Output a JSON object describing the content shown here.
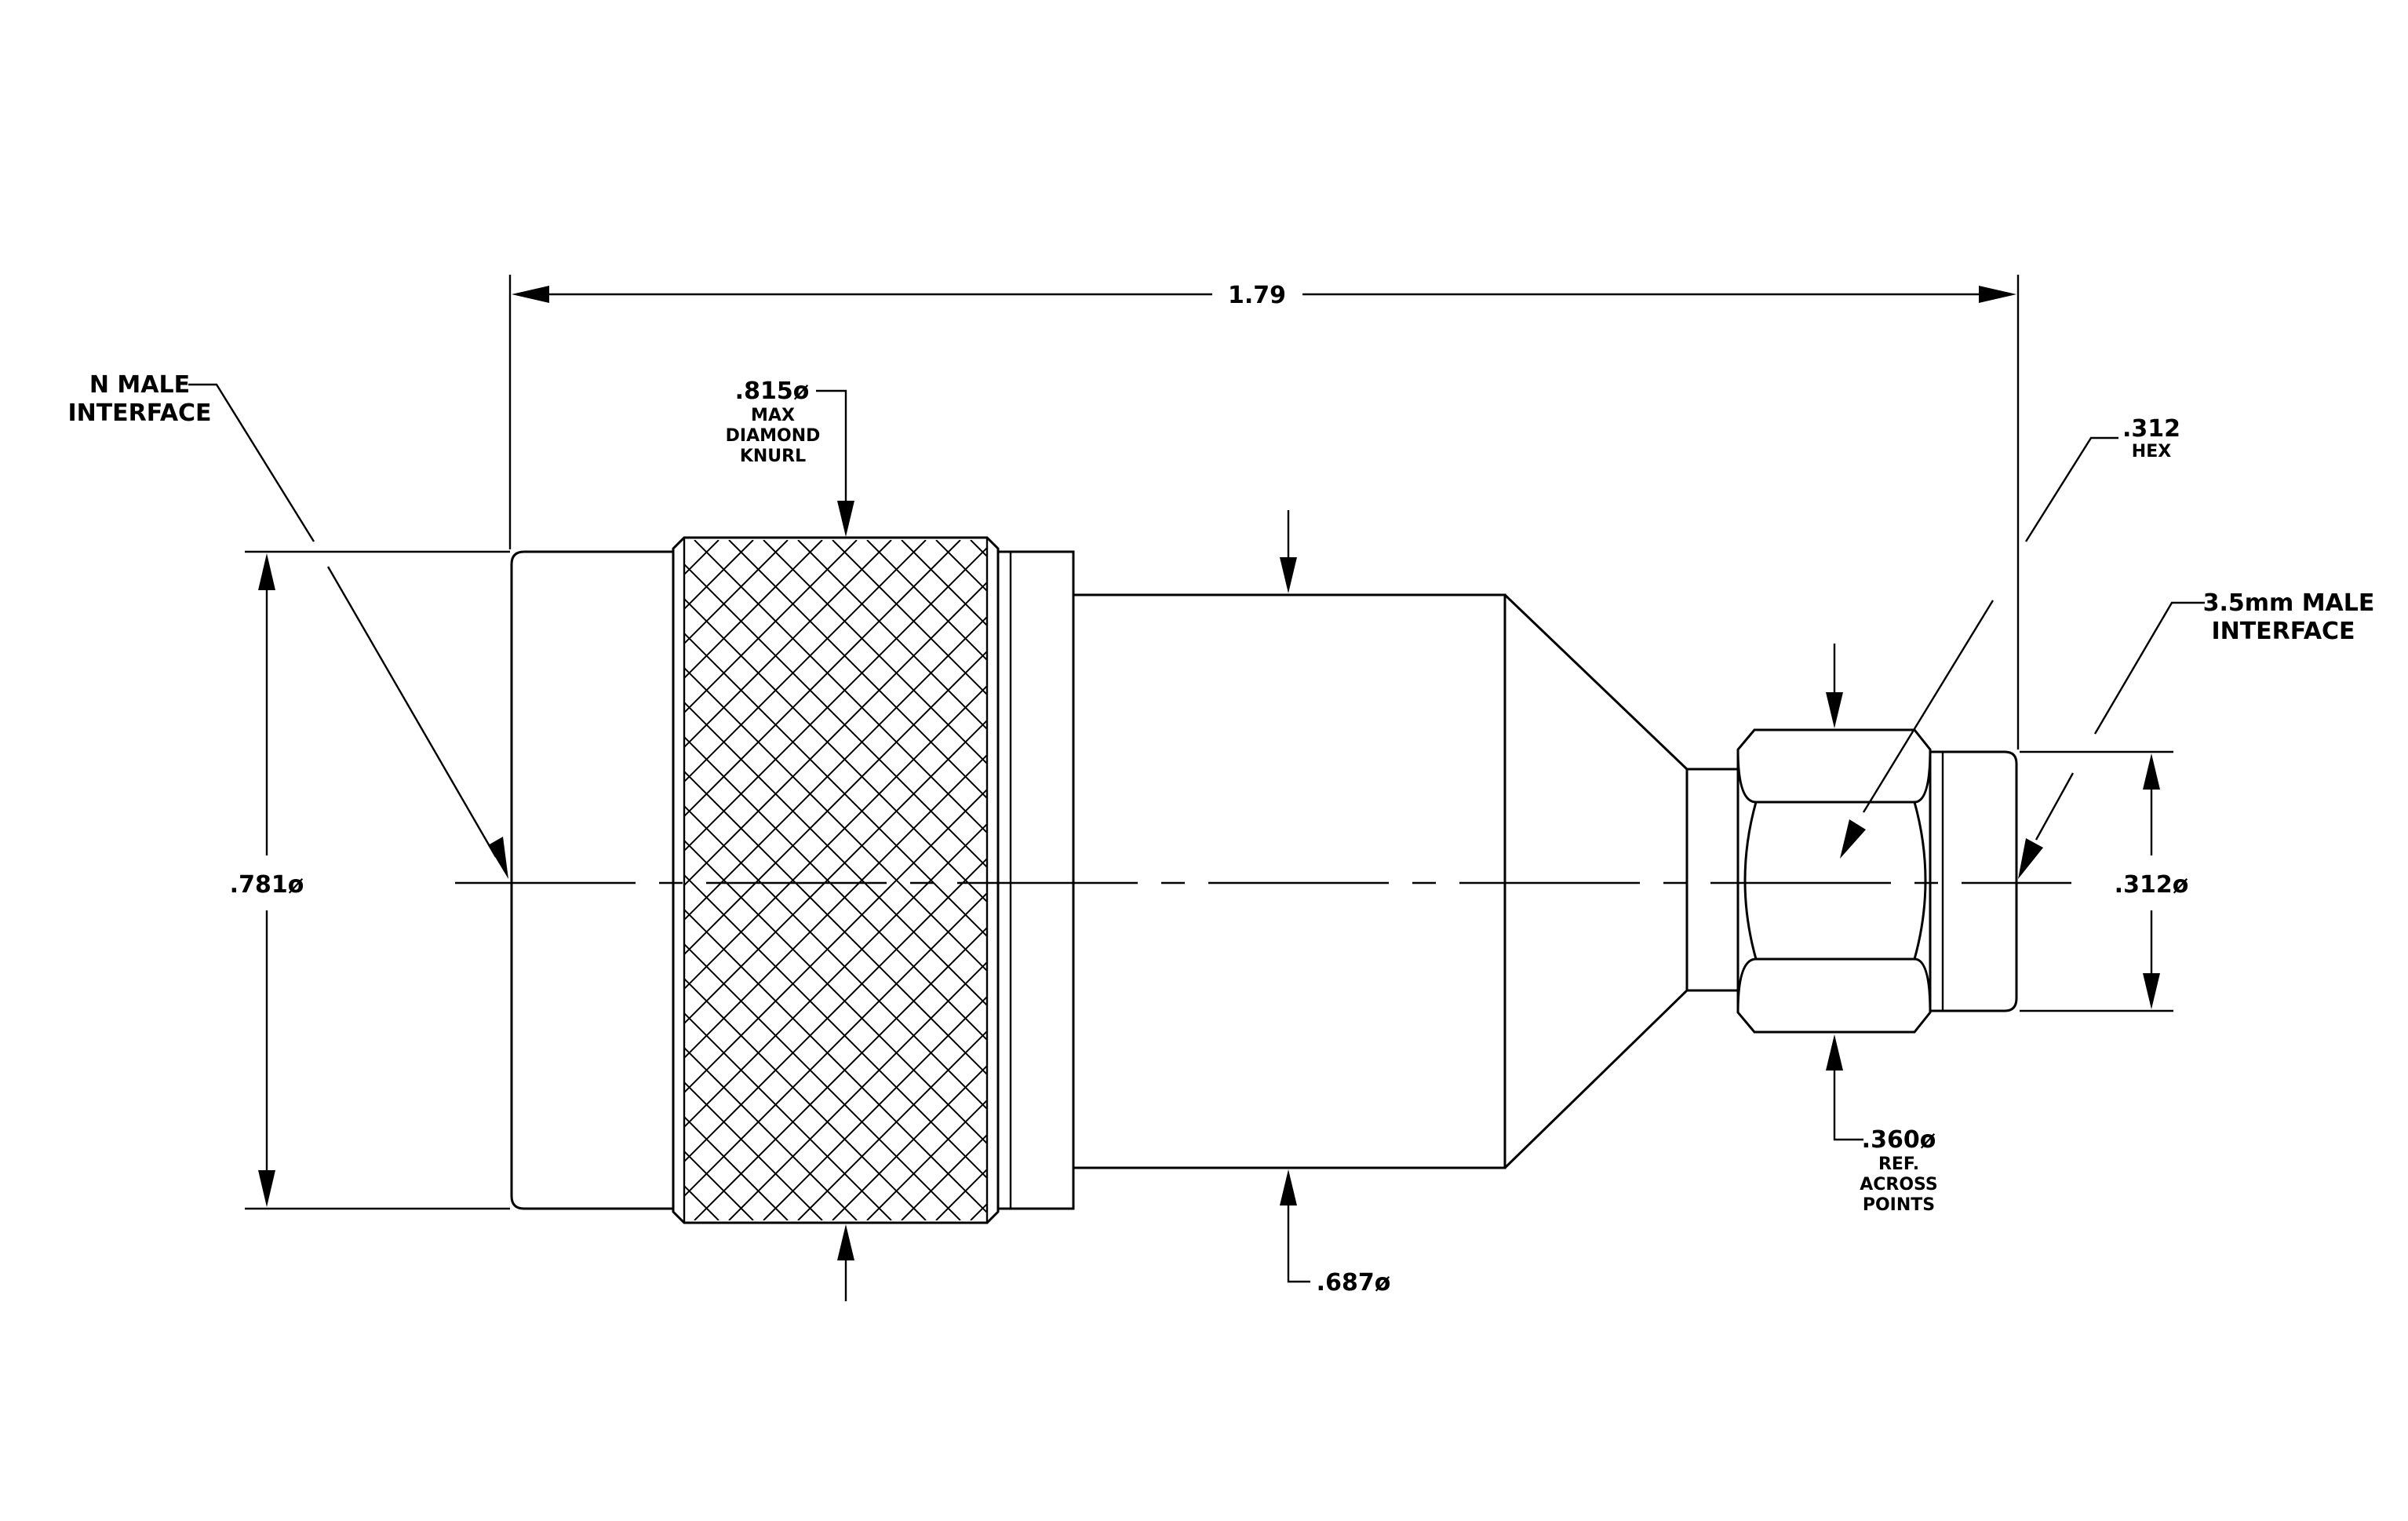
{
  "drawing": {
    "overall_length": "1.79",
    "n_interface": {
      "line1": "N MALE",
      "line2": "INTERFACE"
    },
    "knurl": {
      "value": ".815ø",
      "line1": "MAX",
      "line2": "DIAMOND",
      "line3": "KNURL"
    },
    "hex": {
      "value": ".312",
      "note": "HEX"
    },
    "sma_interface": {
      "line1": "3.5mm MALE",
      "line2": "INTERFACE"
    },
    "body_diameter": ".781ø",
    "sma_diameter": ".312ø",
    "hex_points": {
      "value": ".360ø",
      "line1": "REF.",
      "line2": "ACROSS",
      "line3": "POINTS"
    },
    "mid_diameter": ".687ø"
  }
}
